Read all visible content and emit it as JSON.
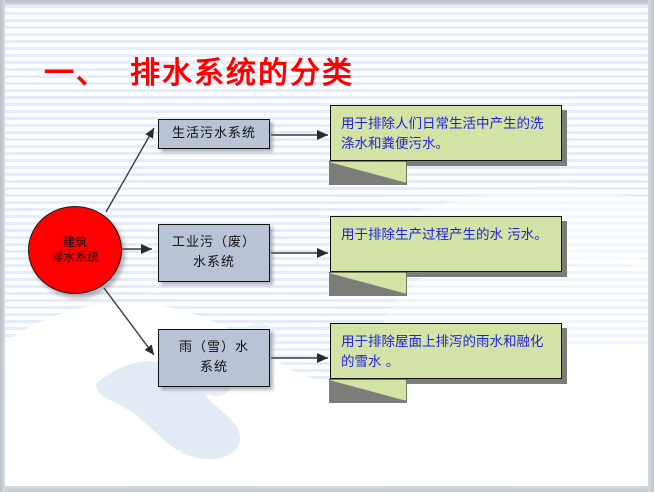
{
  "slide": {
    "title_number": "一、",
    "title_text": "排水系统的分类",
    "title_color": "#ff0000",
    "background_color": "#eef3fb",
    "stripe_color": "#e4ecf7"
  },
  "diagram": {
    "root": {
      "label_line1": "建筑",
      "label_line2": "排水系统",
      "shape": "ellipse",
      "fill_color": "#fe0000",
      "text_color": "#111111"
    },
    "branches": [
      {
        "box_label": "生活污水系统",
        "box_fill": "#b9c3d6",
        "note_text": "用于排除人们日常生活中产生的洗涤水和粪便污水。",
        "note_fill": "#d3e3a6",
        "note_text_color": "#2222dd"
      },
      {
        "box_label": "工业污（废）\n水系统",
        "box_fill": "#b9c3d6",
        "note_text": "用于排除生产过程产生的水 污水。",
        "note_fill": "#d3e3a6",
        "note_text_color": "#2222dd"
      },
      {
        "box_label": "雨（雪）水\n系统",
        "box_fill": "#b9c3d6",
        "note_text": "用于排除屋面上排泻的雨水和融化的雪水 。",
        "note_fill": "#d3e3a6",
        "note_text_color": "#2222dd"
      }
    ],
    "connector_color": "#333333"
  }
}
